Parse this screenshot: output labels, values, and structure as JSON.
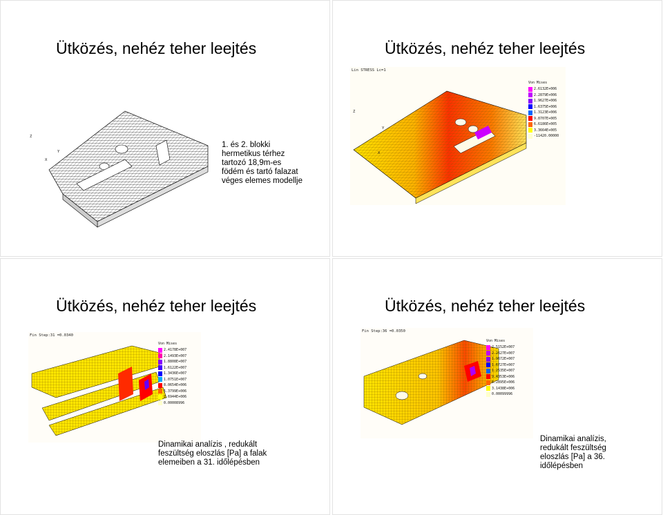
{
  "slides": [
    {
      "title": "Ütközés, nehéz teher leejtés",
      "caption": "1. és 2. blokki hermetikus térhez tartozó 18,9m-es födém és tartó falazat véges elemes modellje",
      "axes": [
        "Z",
        "Y",
        "X"
      ]
    },
    {
      "title": "Ütközés, nehéz teher leejtés",
      "plot_header": "Lin STRESS Lc=1",
      "axes": [
        "Z",
        "Y",
        "X"
      ],
      "legend_title": "Von Mises",
      "legend": [
        "2.6132E+006",
        "2.2879E+006",
        "1.9627E+006",
        "1.6375E+006",
        "1.3123E+006",
        "9.8707E+005",
        "6.6186E+005",
        "3.3664E+005",
        "-11420.00000"
      ]
    },
    {
      "title": "Ütközés, nehéz teher leejtés",
      "caption": "Dinamikai analízis , redukált feszültség eloszlás [Pa] a falak elemeiben a 31. időlépésben",
      "plot_header": "Fin Step:31  =0.0340",
      "legend_title": "Von Mises",
      "legend": [
        "2.4178E+007",
        "2.1493E+007",
        "1.8808E+007",
        "1.6122E+007",
        "1.3436E+007",
        "1.0751E+007",
        "8.0654E+006",
        "5.3799E+006",
        "2.6944E+006",
        "0.00008996"
      ]
    },
    {
      "title": "Ütközés, nehéz teher leejtés",
      "caption": "Dinamikai analízis, redukált feszültség eloszlás [Pa] a 36. időlépésben",
      "plot_header": "Fin Step:36  =0.0350",
      "legend_title": "Von Mises",
      "legend": [
        "2.5152E+007",
        "2.2627E+007",
        "1.9672E+007",
        "1.6727E+007",
        "1.2535E+007",
        "9.4353E+006",
        "6.2895E+006",
        "3.1438E+006",
        "0.00099996"
      ]
    }
  ],
  "legend_colors": [
    "#ff00ff",
    "#ff00aa",
    "#c000ff",
    "#8800ff",
    "#4400ff",
    "#0000ff",
    "#0066ff",
    "#00aaff",
    "#ff0000",
    "#ff6600",
    "#ffaa00",
    "#ffff00",
    "#ffffcc"
  ]
}
